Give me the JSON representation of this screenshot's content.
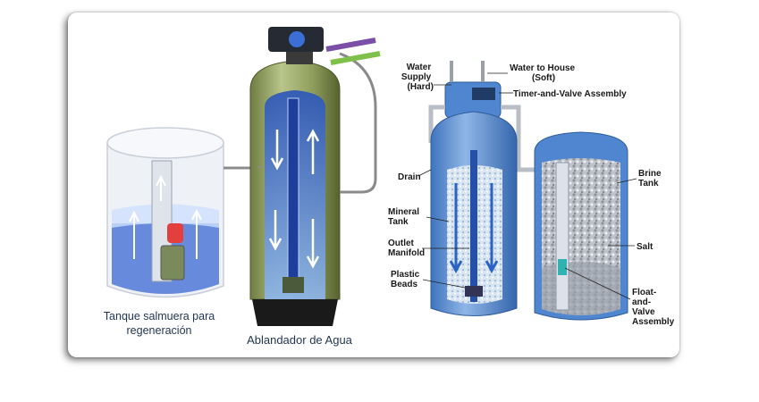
{
  "left_figure": {
    "brine_tank_caption": [
      "Tanque salmuera para",
      "regeneración"
    ],
    "softener_caption": "Ablandador de Agua"
  },
  "right_figure": {
    "labels": {
      "water_supply": [
        "Water",
        "Supply",
        "(Hard)"
      ],
      "water_to_house": [
        "Water to House",
        "(Soft)"
      ],
      "timer_valve": "Timer-and-Valve Assembly",
      "drain": "Drain",
      "mineral_tank": [
        "Mineral",
        "Tank"
      ],
      "outlet_manifold": [
        "Outlet",
        "Manifold"
      ],
      "plastic_beads": [
        "Plastic",
        "Beads"
      ],
      "brine_tank": [
        "Brine",
        "Tank"
      ],
      "salt": "Salt",
      "float_valve": [
        "Float-",
        "and-",
        "Valve",
        "Assembly"
      ]
    }
  },
  "colors": {
    "tank_blue": "#5b8fd0",
    "softener_green": "#8a9a5a",
    "arrow_purple": "#7b4fa8",
    "arrow_green": "#7fc04a"
  }
}
